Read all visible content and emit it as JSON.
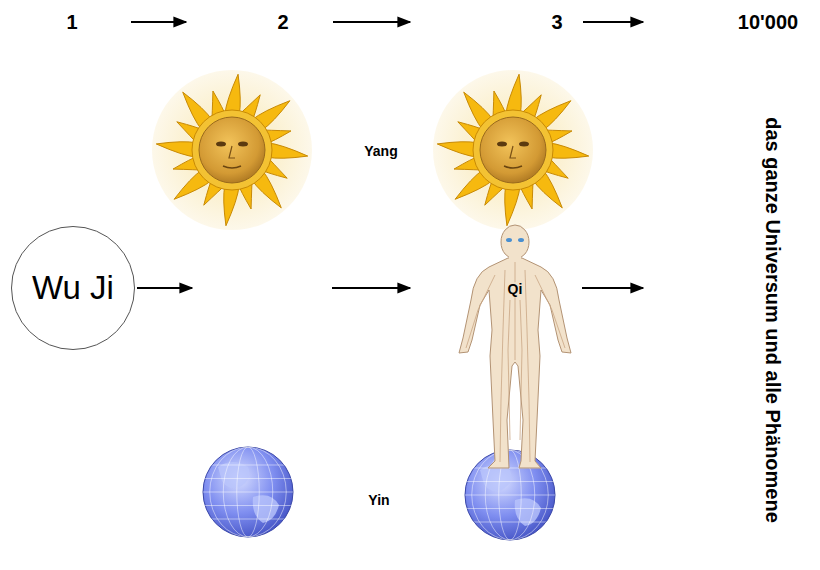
{
  "diagram": {
    "nodes": [
      {
        "text": [
          "Wu Ji"
        ]
      }
    ],
    "labels": [
      "1",
      "2",
      "3",
      "10'000",
      "Yang",
      "Qi",
      "Yin",
      "das ganze Universum und alle Phänomene"
    ]
  }
}
